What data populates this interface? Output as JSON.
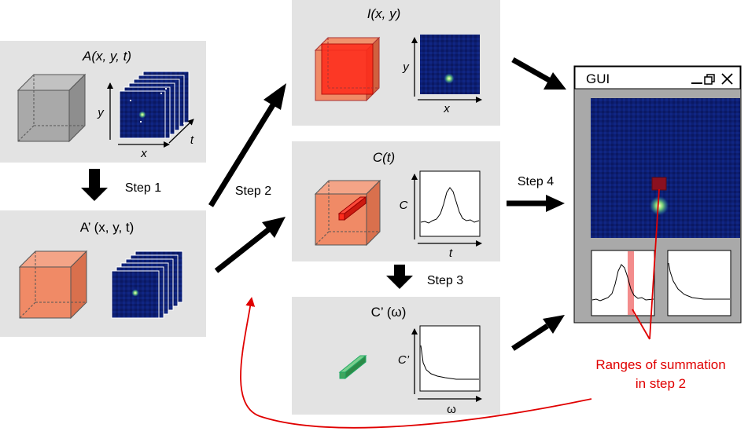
{
  "panels": {
    "A": {
      "title": "A(x, y, t)",
      "axis_x": "x",
      "axis_y": "y",
      "axis_t": "t"
    },
    "A_prime": {
      "title": "A’ (x, y, t)"
    },
    "I": {
      "title": "I(x, y)",
      "axis_x": "x",
      "axis_y": "y"
    },
    "C": {
      "title": "C(t)",
      "axis_y": "C",
      "axis_x": "t"
    },
    "C_prime": {
      "title": "C’ (ω)",
      "axis_y": "C’",
      "axis_x": "ω"
    }
  },
  "steps": {
    "step1": "Step 1",
    "step2": "Step 2",
    "step3": "Step 3",
    "step4": "Step 4"
  },
  "gui": {
    "title": "GUI"
  },
  "annotation": {
    "line1": "Ranges of summation",
    "line2": "in step 2"
  },
  "colors": {
    "panel_bg": "#e3e3e3",
    "gray_cube": "#a9a9a9",
    "orange_cube": "#f08a66",
    "red_cube": "#ff2a1a",
    "image_dark_blue": "#0c1c6e",
    "green_bar": "#3fa55e",
    "accent_red": "#e00000"
  }
}
